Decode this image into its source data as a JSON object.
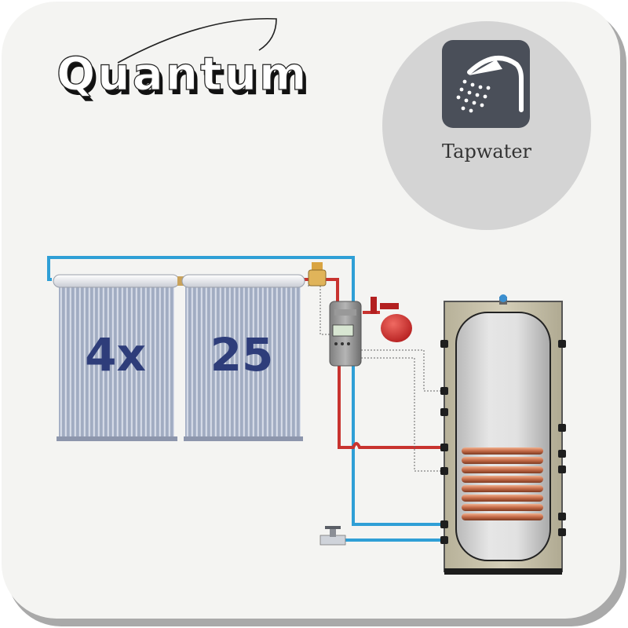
{
  "brand": {
    "name": "Quantum"
  },
  "badge": {
    "label": "Tapwater",
    "icon": "shower-icon"
  },
  "collectors": {
    "left_text": "4x",
    "right_text": "25"
  },
  "colors": {
    "card_background": "#f4f4f2",
    "card_shadow": "#a9a9a9",
    "badge_circle": "#d4d4d4",
    "badge_icon_bg": "#4a4f59",
    "collector_text": "#2e3d7a",
    "cold_pipe": "#2f9fd6",
    "hot_pipe": "#c8332f",
    "tank_insulation": "#c9c3ad",
    "coil_copper": "#c46a47"
  }
}
